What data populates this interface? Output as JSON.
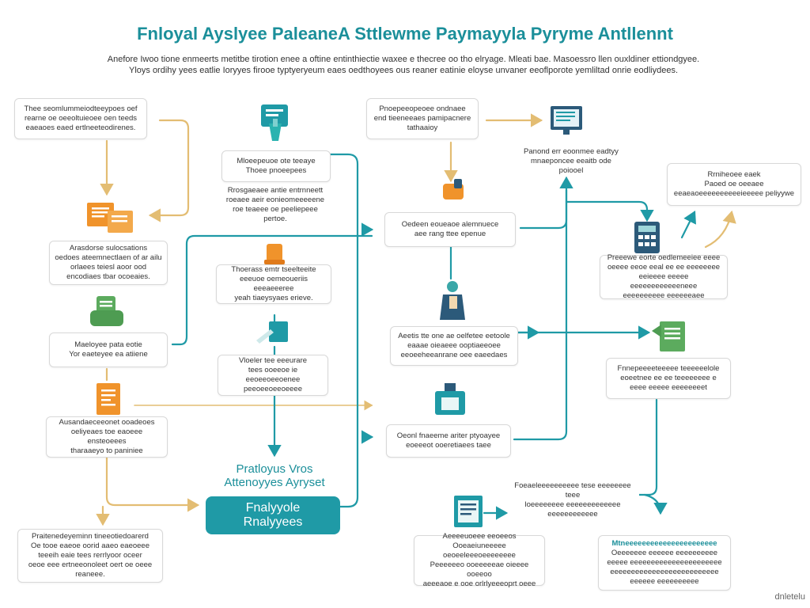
{
  "title": "Fnloyal Ayslyee PaleaneA Sttlewme Paymayyla Pyryme  Antllennt",
  "subtitle": [
    "Anefore Iwoo tione enmeerts metitbe tirotion enee a oftine entinthiectie waxee e thecree oo tho elryage. Mleati bae. Masoessro llen ouxldiner ettiondgyee.",
    "Yloys ordihy yees eatlie Ioryyes firooe typtyeryeum eaes oedthoyees ous reaner eatinie eloyse unvaner eeoflporote yemliltad onrie eodliydees."
  ],
  "colors": {
    "teal": "#1f9aa6",
    "orange": "#f0932b",
    "green": "#5cab5e",
    "tan": "#e3bd73",
    "navy": "#2c5a7a"
  },
  "boxes": {
    "b1": [
      "Thee seomlummeiodteeypoes oef",
      "rearne oe oeeoltuieoee oen teeds",
      "eaeaoes eaed ertlneeteodirenes."
    ],
    "b2": [
      "Arasdorse sulocsations",
      "oedoes ateemnectlaen of ar ailu",
      "orlaees teiesl aoor ood",
      "encodiaes tbar ocoeaies."
    ],
    "b3": [
      "Maeloyee pata eotie",
      "Yor eaeteyee ea atiiene"
    ],
    "b4": [
      "Ausandaeceeonet ooadeoes",
      "oeliyeaes toe eaoeee ensteoeees",
      "tharaaeyo to paniniee"
    ],
    "b5": [
      "Praitenedeyeminn tineeotiedoarerd",
      "Oe tooe eaeoe oorid aaeo eaeoeee",
      "teeeih eaie tees rerrlyoor oceer",
      "oeoe eee ertneeonoleet oert oe oeee",
      "reaneee."
    ],
    "b6": [
      "Mloeepeuoe ote teeaye",
      "Thoee pnoeepees"
    ],
    "b7": [
      "Rrosgaeaee antie entrnneett",
      "roeaee aeir eonieomeeeeene",
      "roe teaeee oe peeliepeee pertoe."
    ],
    "b8": [
      "Thoerass emtr tseelteeite",
      "eeeuoe oemeoueriis eeeaeeeree",
      "yeah tiaeysyaes erieve."
    ],
    "b9": [
      "Vloeler tee eeeurare",
      "tees ooeeoe ie eeoeeoeeoenee",
      "peeoeeoeeoeeee"
    ],
    "b10": [
      "Pnoepeeopeoee ondnaee",
      "end tieeneeaes pamipacnere",
      "tathaaioy"
    ],
    "b11": [
      "Oedeen eoueaoe alemnuece",
      "aee rang ttee epenue"
    ],
    "b12": [
      "Aeetis tte one ae oelfetee eetoole",
      "eaaae oieaeee ooptiaeeoee",
      "eeoeeheeanrane oee eaeedaes"
    ],
    "b13": [
      "Oeonl fnaeeme ariter ptyoayee",
      "eoeeeot ooeretiaees taee"
    ],
    "b14": [
      "Aeeeeuoeee eeoeeos",
      "Ooeaeiuneeeee oeoeeleeeoeeeeeeee",
      "Peeeeeeo ooeeeeeae oieeee ooeeoo",
      "aeeeaoe e ooe orlrlyeeeoprt oeee"
    ],
    "b15": [
      "Panond err eoonmee eadtyy",
      "mnaeponcee eeaitb ode poiooel"
    ],
    "b16": [
      "Rrniheoee eaek",
      "Paoed oe oeeaee",
      "eeaeaoeeeeeeeeeeieeeee peliyywe"
    ],
    "b17": [
      "Preeewe eorte oedlemeeiee eeee",
      "oeeee eeoe eeal ee ee eeeeeeee",
      "eeieeee eeeee eeeeeeeeeeeeneee",
      "eeeeeeeeee eeeeeeaee"
    ],
    "b18": [
      "Fnnepeeeeteeeee teeeeeelole",
      "eoeetnee ee ee teeeeeeee e",
      "eeee eeeee eeeeeeeet"
    ],
    "b19": [
      "Foeaeleeeeeeeeee tese eeeeeeee teee",
      "loeeeeeeee eeeeeeeeeeeee eeeeeeeeeeee"
    ],
    "b20": [
      "Mtneeeeeeeeeeeeeeeeeeeeee",
      "Oeeeeeee eeeeee eeeeeeeeee",
      "eeeee eeeeeeeeeeeeeeeeeeeeee",
      "eeeeeeeeeeeeeeeeeeeeeeeeee",
      "eeeeee eeeeeeeeee"
    ]
  },
  "center_label": [
    "Pratloyus Vros",
    "Attenoyyes Ayryset"
  ],
  "center_button": [
    "Fnalyyole",
    "Rnalyyees"
  ],
  "watermark": "dnletelu"
}
